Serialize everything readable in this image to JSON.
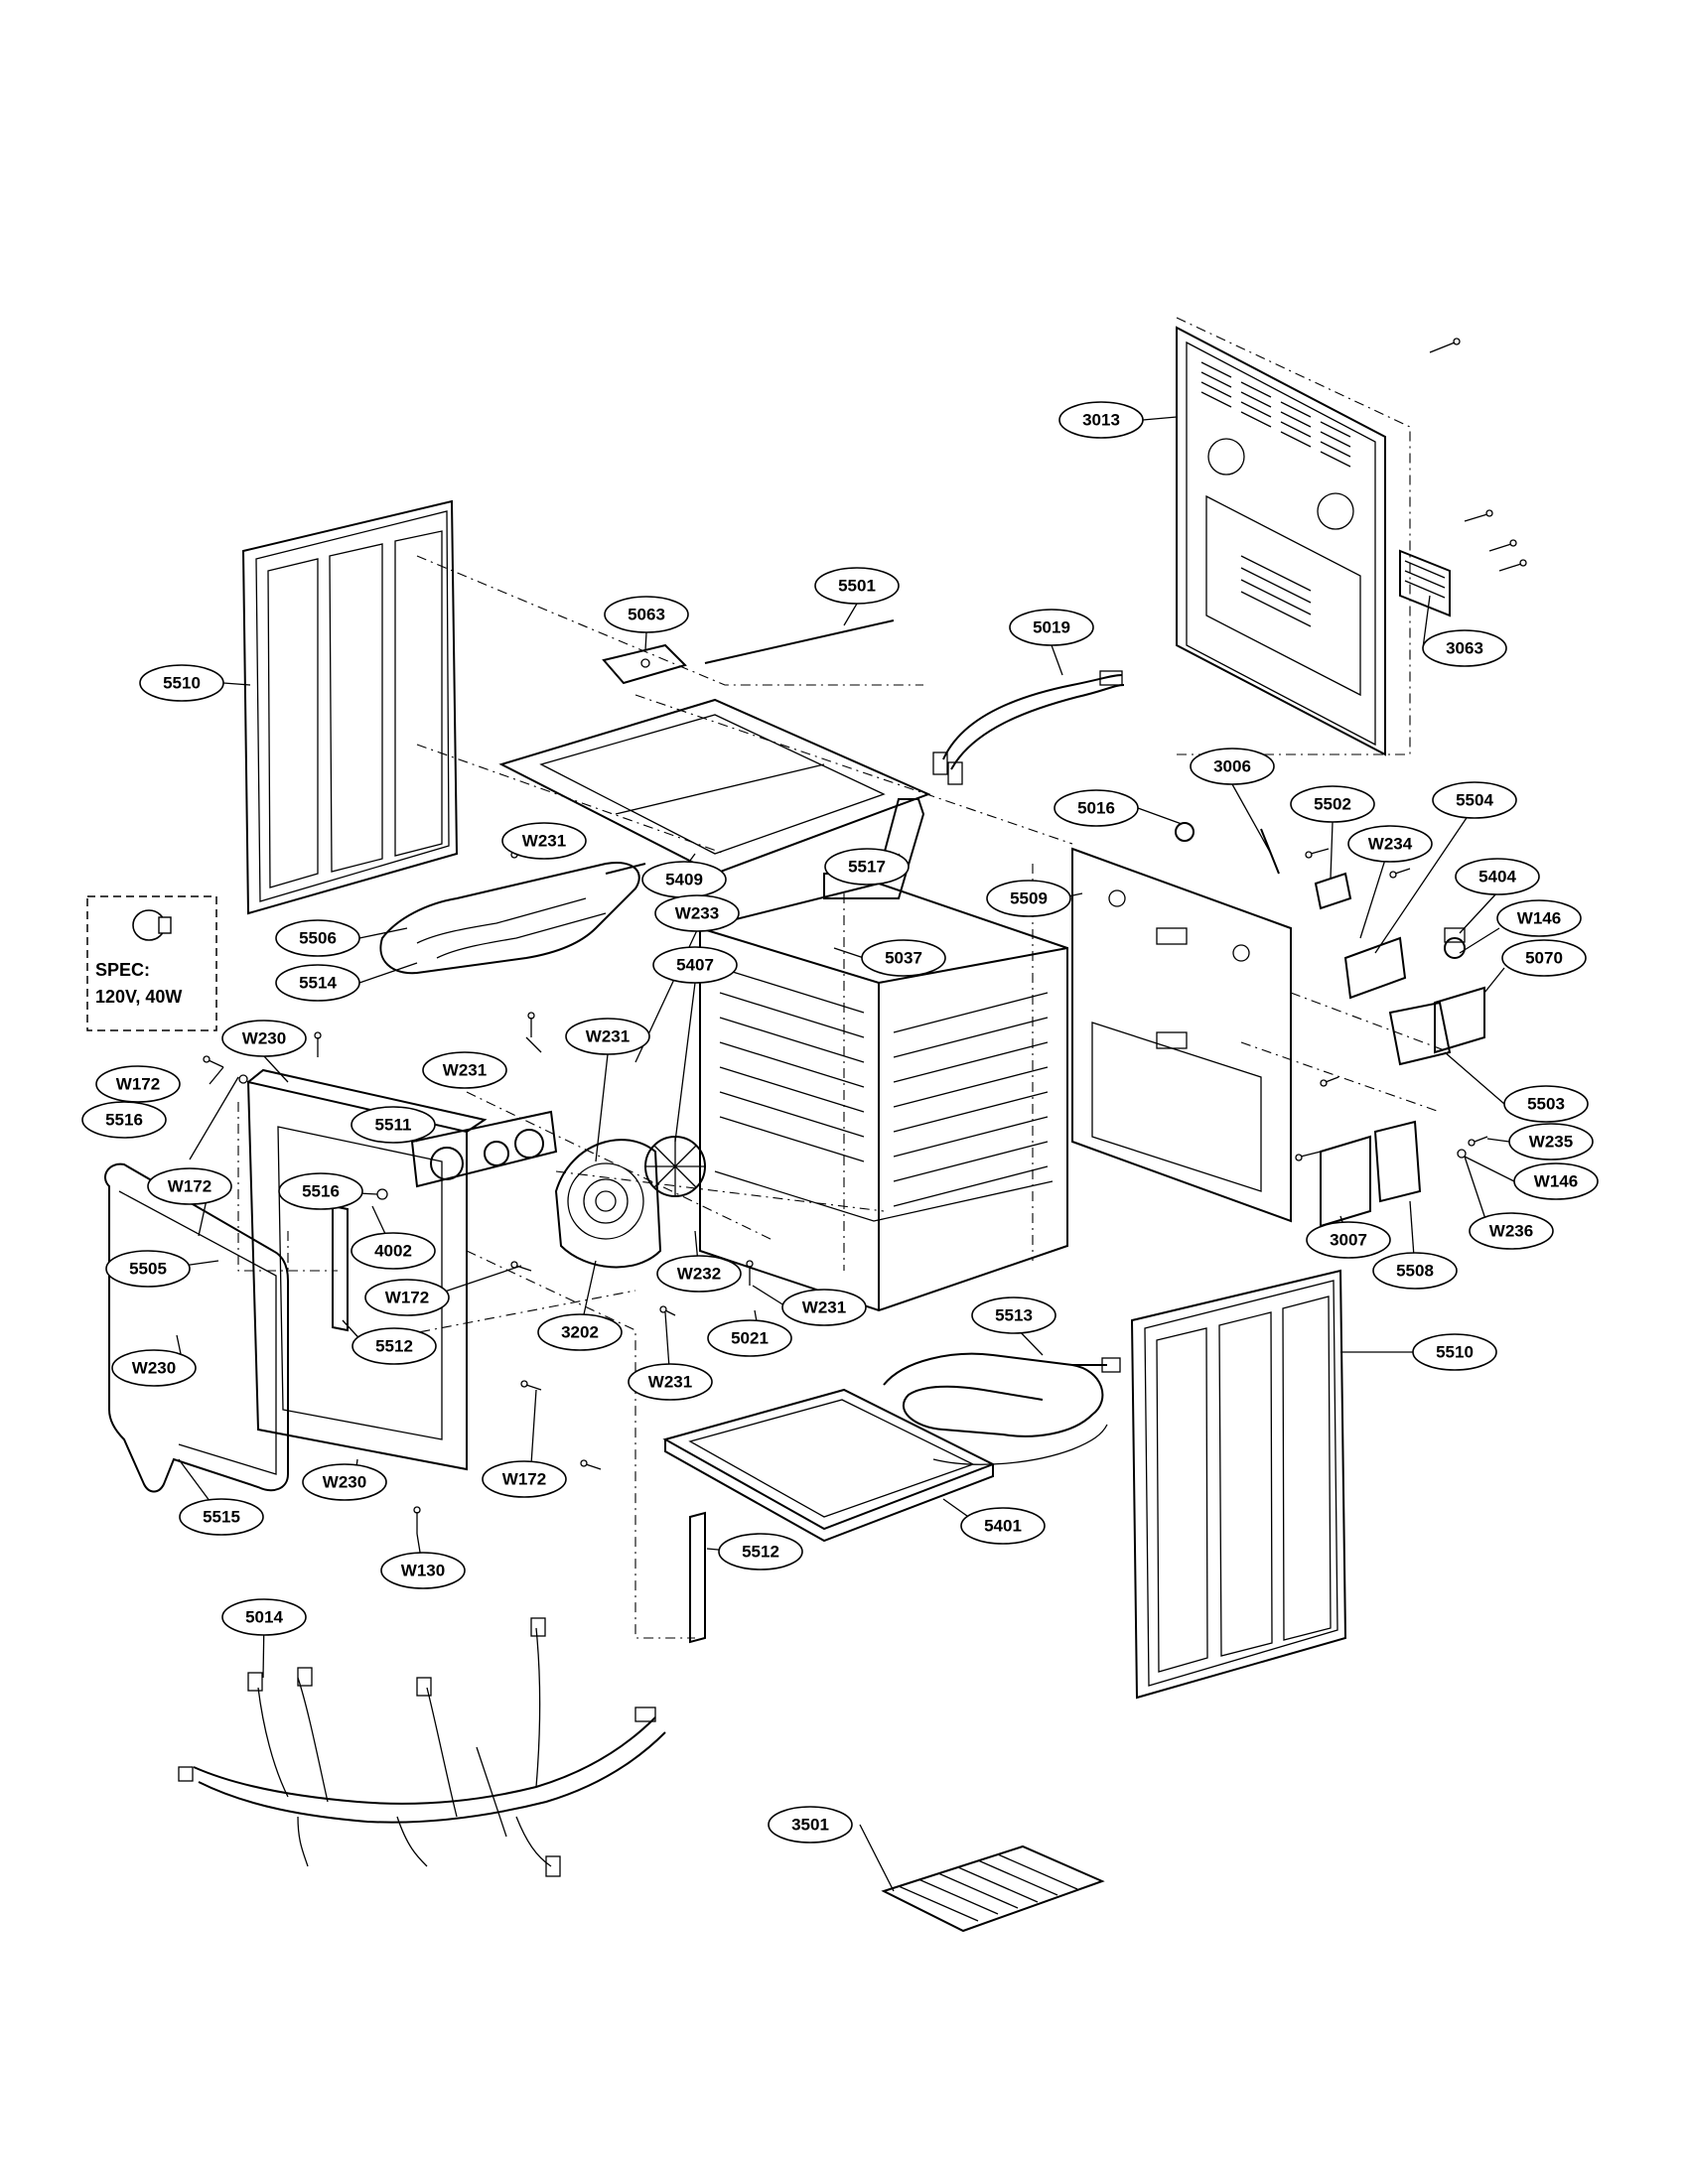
{
  "spec": {
    "line1": "SPEC:",
    "line2": "120V, 40W"
  },
  "callouts": [
    {
      "id": "3013",
      "label": "3013"
    },
    {
      "id": "3063",
      "label": "3063"
    },
    {
      "id": "5063",
      "label": "5063"
    },
    {
      "id": "5501",
      "label": "5501"
    },
    {
      "id": "5019",
      "label": "5019"
    },
    {
      "id": "5510a",
      "label": "5510"
    },
    {
      "id": "3006",
      "label": "3006"
    },
    {
      "id": "5016",
      "label": "5016"
    },
    {
      "id": "5502",
      "label": "5502"
    },
    {
      "id": "5504",
      "label": "5504"
    },
    {
      "id": "W231a",
      "label": "W231"
    },
    {
      "id": "W234",
      "label": "W234"
    },
    {
      "id": "5404",
      "label": "5404"
    },
    {
      "id": "5517",
      "label": "5517"
    },
    {
      "id": "5409",
      "label": "5409"
    },
    {
      "id": "5509",
      "label": "5509"
    },
    {
      "id": "W146a",
      "label": "W146"
    },
    {
      "id": "5506",
      "label": "5506"
    },
    {
      "id": "W233",
      "label": "W233"
    },
    {
      "id": "5037",
      "label": "5037"
    },
    {
      "id": "5070",
      "label": "5070"
    },
    {
      "id": "5514",
      "label": "5514"
    },
    {
      "id": "5407",
      "label": "5407"
    },
    {
      "id": "W230a",
      "label": "W230"
    },
    {
      "id": "W231b",
      "label": "W231"
    },
    {
      "id": "W231c",
      "label": "W231"
    },
    {
      "id": "5503",
      "label": "5503"
    },
    {
      "id": "W172a",
      "label": "W172"
    },
    {
      "id": "5511",
      "label": "5511"
    },
    {
      "id": "W235",
      "label": "W235"
    },
    {
      "id": "5516a",
      "label": "5516"
    },
    {
      "id": "W146b",
      "label": "W146"
    },
    {
      "id": "W172b",
      "label": "W172"
    },
    {
      "id": "5516b",
      "label": "5516"
    },
    {
      "id": "W236",
      "label": "W236"
    },
    {
      "id": "3007",
      "label": "3007"
    },
    {
      "id": "4002",
      "label": "4002"
    },
    {
      "id": "5505",
      "label": "5505"
    },
    {
      "id": "W232",
      "label": "W232"
    },
    {
      "id": "5508",
      "label": "5508"
    },
    {
      "id": "W172c",
      "label": "W172"
    },
    {
      "id": "W231d",
      "label": "W231"
    },
    {
      "id": "3202",
      "label": "3202"
    },
    {
      "id": "5512a",
      "label": "5512"
    },
    {
      "id": "5021",
      "label": "5021"
    },
    {
      "id": "W230b",
      "label": "W230"
    },
    {
      "id": "5513",
      "label": "5513"
    },
    {
      "id": "5510b",
      "label": "5510"
    },
    {
      "id": "W231e",
      "label": "W231"
    },
    {
      "id": "W230c",
      "label": "W230"
    },
    {
      "id": "W172d",
      "label": "W172"
    },
    {
      "id": "5515",
      "label": "5515"
    },
    {
      "id": "5401",
      "label": "5401"
    },
    {
      "id": "5512b",
      "label": "5512"
    },
    {
      "id": "W130",
      "label": "W130"
    },
    {
      "id": "5014",
      "label": "5014"
    },
    {
      "id": "3501",
      "label": "3501"
    }
  ]
}
